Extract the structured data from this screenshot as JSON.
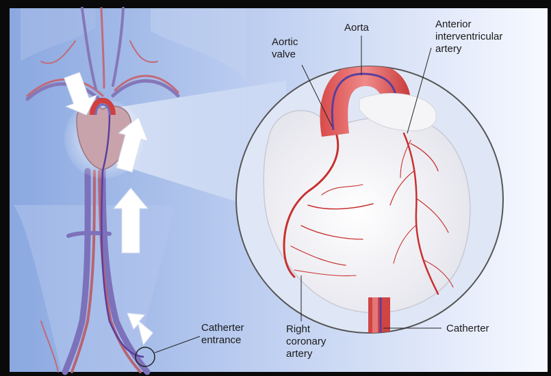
{
  "labels": {
    "aortic_valve": [
      "Aortic",
      "valve"
    ],
    "aorta": "Aorta",
    "anterior_artery": [
      "Anterior",
      "interventricular",
      "artery"
    ],
    "catheter_entrance": [
      "Catherter",
      "entrance"
    ],
    "right_coronary": [
      "Right",
      "coronary",
      "artery"
    ],
    "catheter": "Catherter"
  },
  "colors": {
    "background_dark": "#0a0a0a",
    "panel_blue": "#9fb8e6",
    "panel_light": "#eef3fc",
    "artery_red": "#c9302f",
    "vein_blue": "#6d6fc0",
    "catheter_purple": "#5a3f9e",
    "heart_pale": "#f2f2f6",
    "arrow_white": "#ffffff"
  }
}
